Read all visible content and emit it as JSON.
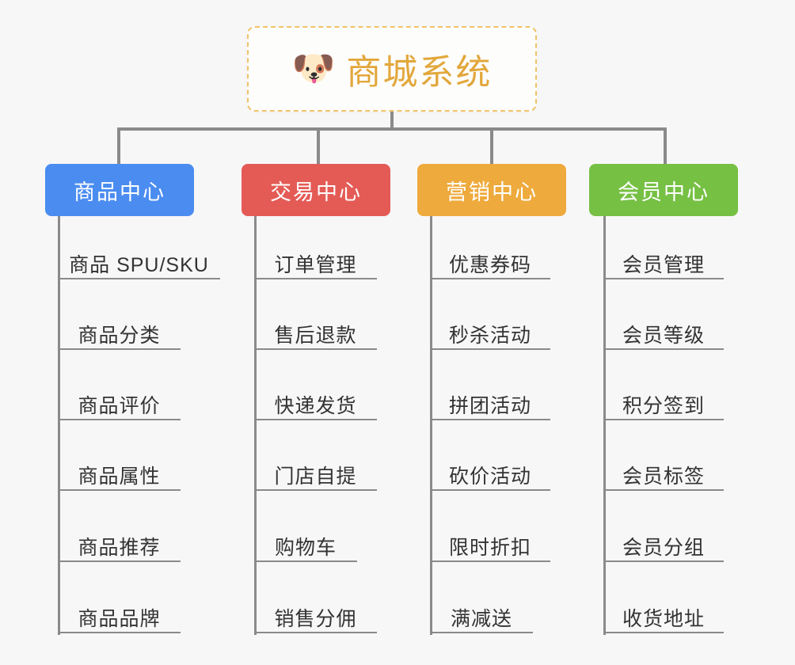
{
  "page": {
    "background_color": "#f7f7f7",
    "line_color": "#8a8a8a"
  },
  "root": {
    "icon": "shiba-dog-emoji",
    "icon_glyph": "🐶",
    "title": "商城系统",
    "text_color": "#e2a73b",
    "border_color": "#f0c36a",
    "background_color": "#fdfdfc"
  },
  "branches": [
    {
      "id": "product-center",
      "label": "商品中心",
      "color": "#4a8cf0",
      "items": [
        {
          "label": "商品 SPU/SKU"
        },
        {
          "label": "商品分类"
        },
        {
          "label": "商品评价"
        },
        {
          "label": "商品属性"
        },
        {
          "label": "商品推荐"
        },
        {
          "label": "商品品牌"
        }
      ]
    },
    {
      "id": "trade-center",
      "label": "交易中心",
      "color": "#e45b56",
      "items": [
        {
          "label": "订单管理"
        },
        {
          "label": "售后退款"
        },
        {
          "label": "快递发货"
        },
        {
          "label": "门店自提"
        },
        {
          "label": "购物车"
        },
        {
          "label": "销售分佣"
        }
      ]
    },
    {
      "id": "marketing-center",
      "label": "营销中心",
      "color": "#eeaa3c",
      "items": [
        {
          "label": "优惠券码"
        },
        {
          "label": "秒杀活动"
        },
        {
          "label": "拼团活动"
        },
        {
          "label": "砍价活动"
        },
        {
          "label": "限时折扣"
        },
        {
          "label": "满减送"
        }
      ]
    },
    {
      "id": "member-center",
      "label": "会员中心",
      "color": "#76c044",
      "items": [
        {
          "label": "会员管理"
        },
        {
          "label": "会员等级"
        },
        {
          "label": "积分签到"
        },
        {
          "label": "会员标签"
        },
        {
          "label": "会员分组"
        },
        {
          "label": "收货地址"
        }
      ]
    }
  ]
}
